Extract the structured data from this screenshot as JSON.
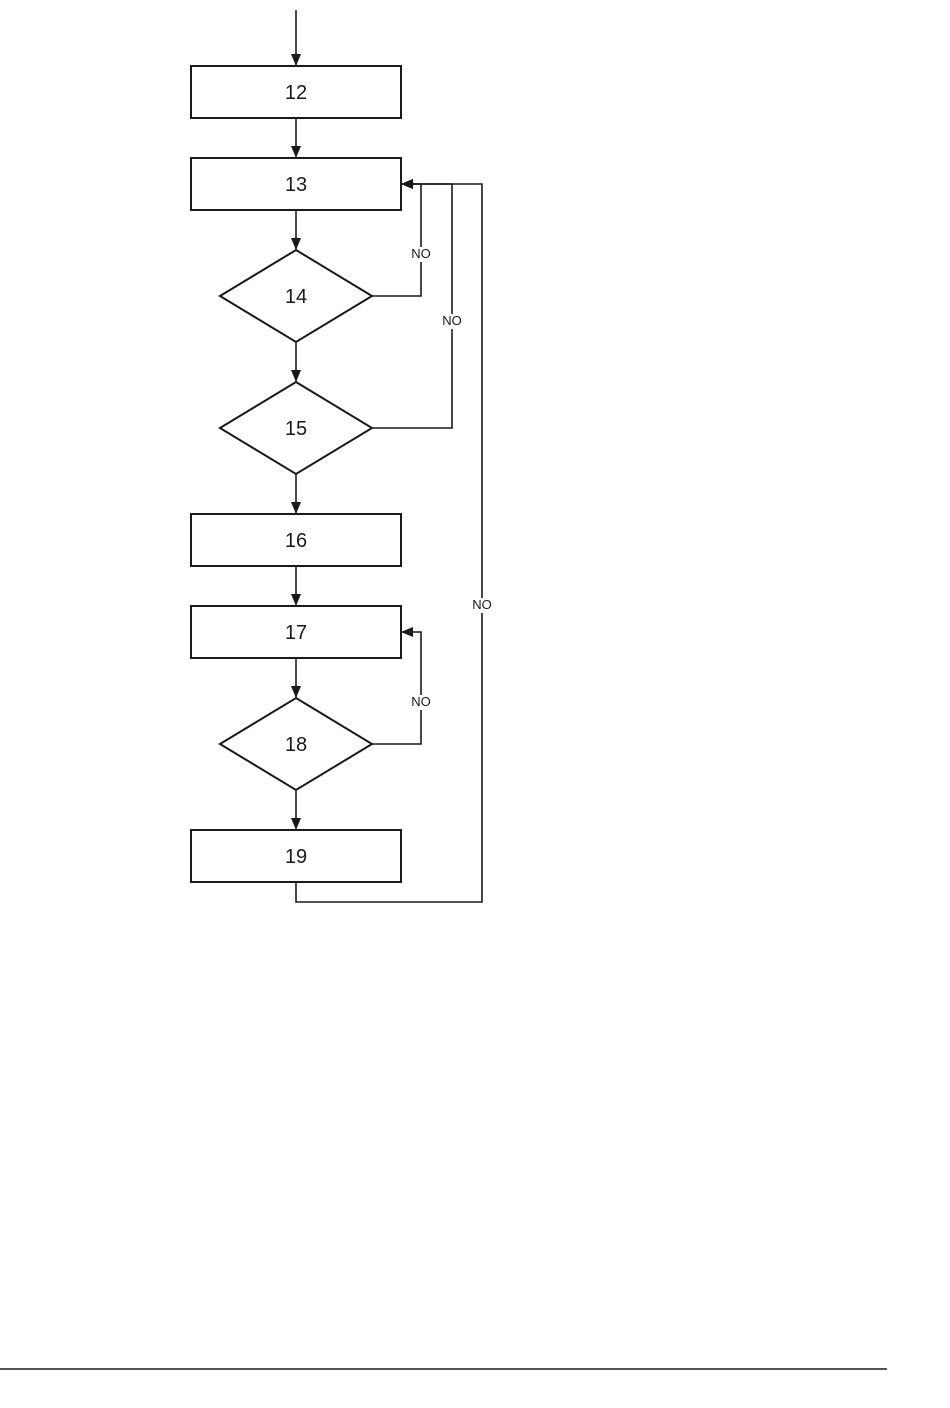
{
  "diagram": {
    "nodes": [
      {
        "id": "n12",
        "label": "12",
        "shape": "rect"
      },
      {
        "id": "n13",
        "label": "13",
        "shape": "rect"
      },
      {
        "id": "n14",
        "label": "14",
        "shape": "diamond"
      },
      {
        "id": "n15",
        "label": "15",
        "shape": "diamond"
      },
      {
        "id": "n16",
        "label": "16",
        "shape": "rect"
      },
      {
        "id": "n17",
        "label": "17",
        "shape": "rect"
      },
      {
        "id": "n18",
        "label": "18",
        "shape": "diamond"
      },
      {
        "id": "n19",
        "label": "19",
        "shape": "rect"
      }
    ],
    "edges": [
      {
        "id": "e-in-12",
        "from": null,
        "to": "n12",
        "label": ""
      },
      {
        "id": "e-12-13",
        "from": "n12",
        "to": "n13",
        "label": ""
      },
      {
        "id": "e-13-14",
        "from": "n13",
        "to": "n14",
        "label": ""
      },
      {
        "id": "e-14-15",
        "from": "n14",
        "to": "n15",
        "label": ""
      },
      {
        "id": "e-15-16",
        "from": "n15",
        "to": "n16",
        "label": ""
      },
      {
        "id": "e-16-17",
        "from": "n16",
        "to": "n17",
        "label": ""
      },
      {
        "id": "e-17-18",
        "from": "n17",
        "to": "n18",
        "label": ""
      },
      {
        "id": "e-18-19",
        "from": "n18",
        "to": "n19",
        "label": ""
      },
      {
        "id": "e-14-13-no",
        "from": "n14",
        "to": "n13",
        "label": "NO"
      },
      {
        "id": "e-15-13-no",
        "from": "n15",
        "to": "n13",
        "label": "NO"
      },
      {
        "id": "e-19-13-no",
        "from": "n19",
        "to": "n13",
        "label": "NO"
      },
      {
        "id": "e-18-17-no",
        "from": "n18",
        "to": "n17",
        "label": "NO"
      }
    ]
  },
  "colors": {
    "stroke": "#1a1a1a",
    "fill": "#ffffff"
  }
}
